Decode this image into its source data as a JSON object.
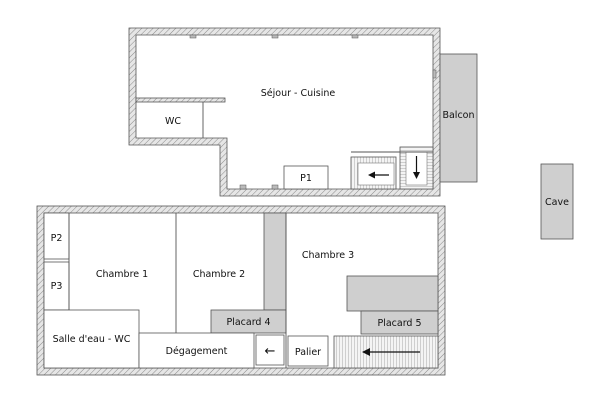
{
  "upper_floor": {
    "sejour_cuisine": "Séjour - Cuisine",
    "wc": "WC",
    "balcon": "Balcon",
    "p1": "P1"
  },
  "cave": "Cave",
  "lower_floor": {
    "p2": "P2",
    "p3": "P3",
    "chambre_1": "Chambre 1",
    "chambre_2": "Chambre 2",
    "chambre_3": "Chambre 3",
    "placard_4": "Placard 4",
    "placard_5": "Placard 5",
    "salle_eau_wc": "Salle d'eau - WC",
    "degagement": "Dégagement",
    "palier": "Palier",
    "arrow_glyph": "←"
  }
}
